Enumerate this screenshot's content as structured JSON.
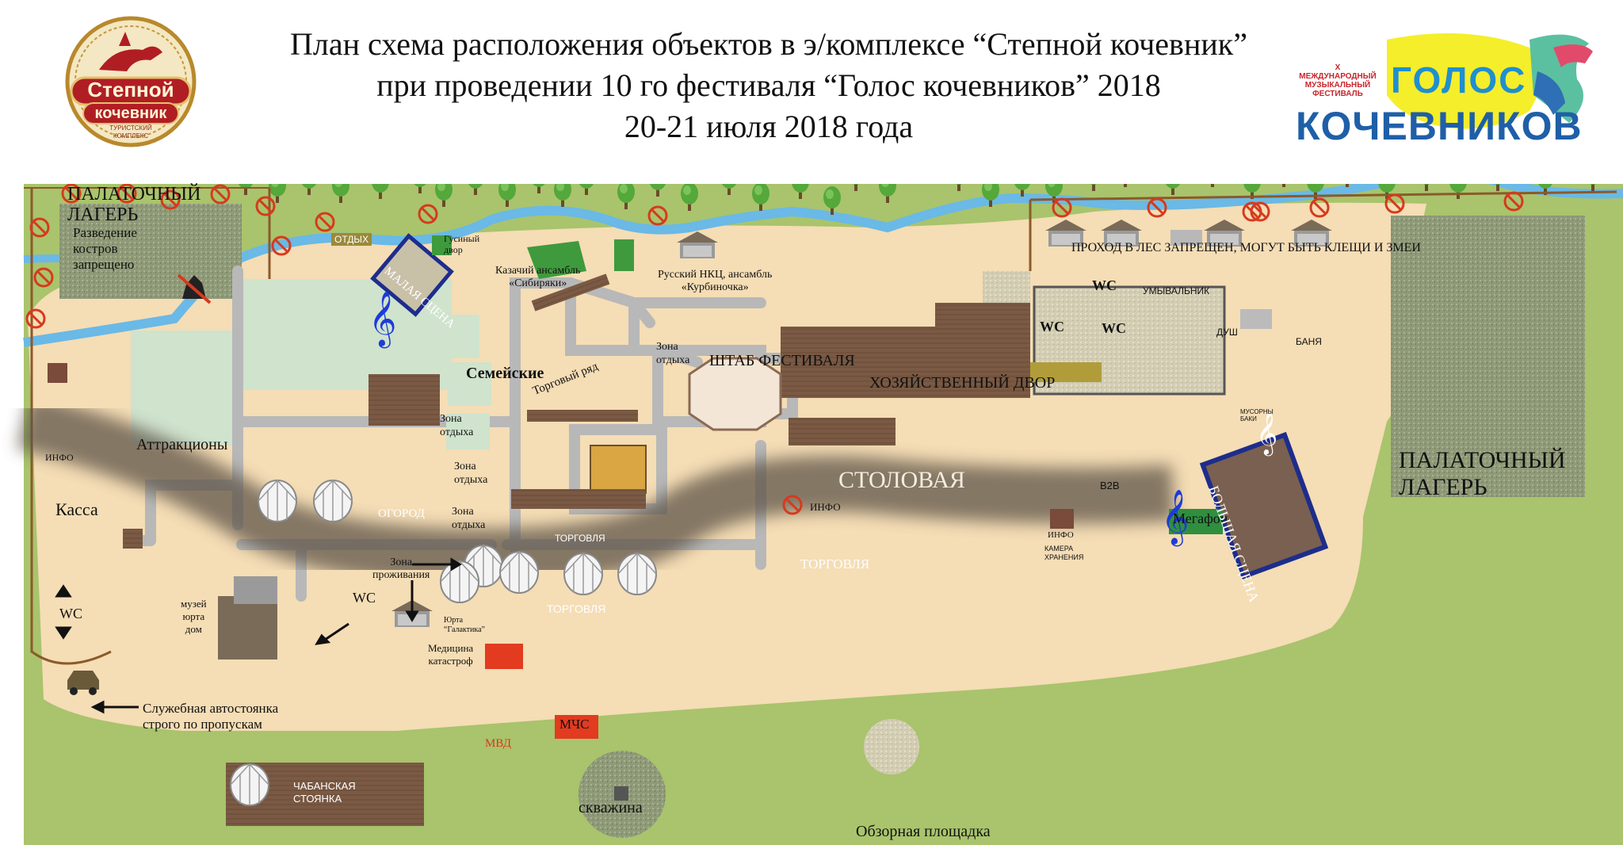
{
  "header": {
    "title_line1": "План схема расположения объектов в э/комплексе “Степной кочевник”",
    "title_line2": "при проведении 10 го  фестиваля “Голос кочевников”  2018",
    "title_line3": "20-21 июля 2018 года"
  },
  "logo_left": {
    "line1": "Степной",
    "line2": "кочевник",
    "line3": "ТУРИСТСКИЙ",
    "line4": "КОМПЛЕКС"
  },
  "logo_right": {
    "small": "X МЕЖДУНАРОДНЫЙ МУЗЫКАЛЬНЫЙ ФЕСТИВАЛЬ",
    "big1": "ГОЛОС",
    "big2": "КОЧЕВНИКОВ"
  },
  "map": {
    "tent_camp_left": [
      "ПАЛАТОЧНЫЙ",
      "ЛАГЕРЬ"
    ],
    "fire_ban": [
      "Разведение",
      "костров",
      "запрещено"
    ],
    "otdyh": "ОТДЫХ",
    "goose": [
      "Гусиный",
      "двор"
    ],
    "malaya_scena": "МАЛАЯ СЦЕНА",
    "semeynye": "Семейские",
    "kazachiy": [
      "Казачий ансамбль",
      "«Сибиряки»"
    ],
    "russkiy": [
      "Русский НКЦ, ансамбль",
      "«Курбиночка»"
    ],
    "zona_otdyha": [
      "Зона",
      "отдыха"
    ],
    "torgoviy_ryad": "Торговый ряд",
    "shtab": "ШТАБ ФЕСТИВАЛЯ",
    "hoz_dvor": "ХОЗЯЙСТВЕННЫЙ ДВОР",
    "forest_warning": "ПРОХОД В ЛЕС ЗАПРЕЩЕН, МОГУТ БЫТЬ КЛЕЩИ И ЗМЕИ",
    "wc": "WC",
    "umyvalnik": "УМЫВАЛЬНИК",
    "dush": "ДУШ",
    "banya": "БАНЯ",
    "musor": [
      "МУСОРНЫ",
      "БАКИ"
    ],
    "info": "ИНФО",
    "attrakciony": "Аттракционы",
    "kassa": "Касса",
    "ogorod": "ОГОРОД",
    "stolovaya": "СТОЛОВАЯ",
    "torgovlya": "ТОРГОВЛЯ",
    "b2b": "B2B",
    "megafon": "Мегафон",
    "kamera": [
      "КАМЕРА",
      "ХРАНЕНИЯ"
    ],
    "tent_camp_right": [
      "ПАЛАТОЧНЫЙ",
      "ЛАГЕРЬ"
    ],
    "zona_prozhivaniya": [
      "Зона",
      "проживания"
    ],
    "muzey": [
      "музей",
      "юрта",
      "дом"
    ],
    "yurta_galaktika": [
      "Юрта",
      "“Галактика”"
    ],
    "medicina": [
      "Медицина",
      "катастроф"
    ],
    "bolshaya_scena": "БОЛЬШАЯ СЦЕНА",
    "sluzh": [
      "Служебная автостоянка",
      "строго по пропускам"
    ],
    "mchs": "МЧС",
    "mvd": "МВД",
    "chaban": [
      "ЧАБАНСКАЯ",
      "СТОЯНКА"
    ],
    "skvazhina": "скважина",
    "obzor": "Обзорная площадка"
  },
  "colors": {
    "grass": "#a9c46c",
    "sand": "#f5ddb5",
    "river": "#6ab9e6",
    "path": "#b8b8b8",
    "road": "#6e6456",
    "wood": "#7a5a44",
    "stage_border": "#1d2d8c",
    "ban": "#d63a1e",
    "red_box": "#e23b1f",
    "green_box": "#2f8f3f"
  }
}
